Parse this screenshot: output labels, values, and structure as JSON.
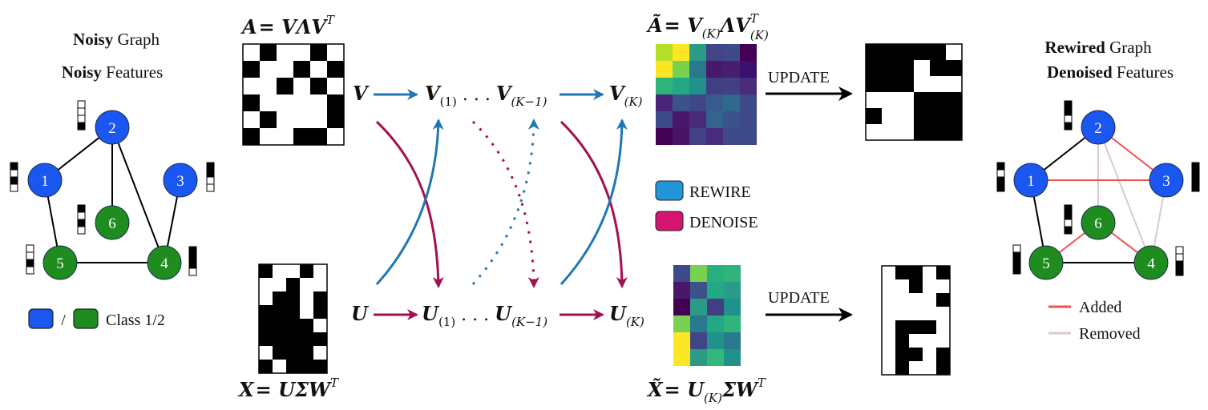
{
  "left_panel": {
    "title_line1_bold": "Noisy",
    "title_line1_rest": " Graph",
    "title_line2_bold": "Noisy",
    "title_line2_rest": " Features",
    "legend_separator": "/",
    "legend_label": "Class 1/2",
    "nodes": [
      "1",
      "2",
      "3",
      "4",
      "5",
      "6"
    ]
  },
  "right_panel": {
    "title_line1_bold": "Rewired",
    "title_line1_rest": " Graph",
    "title_line2_bold": "Denoised",
    "title_line2_rest": " Features",
    "legend_added": "Added",
    "legend_removed": "Removed",
    "nodes": [
      "1",
      "2",
      "3",
      "4",
      "5",
      "6"
    ]
  },
  "equations": {
    "a_decomp_lhs": "A",
    "a_decomp_rhs": "= VΛV",
    "a_decomp_sup": "T",
    "x_decomp_lhs": "X",
    "x_decomp_rhs": "= UΣW",
    "x_decomp_sup": "T",
    "a_tilde_lhs": "Ã",
    "a_tilde_rhs": "= V",
    "a_tilde_sub": "(K)",
    "a_tilde_mid": "ΛV",
    "a_tilde_sup": "T",
    "a_tilde_sub2": "(K)",
    "x_tilde_lhs": "X̃",
    "x_tilde_rhs": "= U",
    "x_tilde_sub": "(K)",
    "x_tilde_tail": "ΣW",
    "x_tilde_sup": "T"
  },
  "flow": {
    "v": "V",
    "v1": "V",
    "v1_sub": "(1)",
    "dots_top": " . . . ",
    "vk1": "V",
    "vk1_sub": "(K−1)",
    "vk": "V",
    "vk_sub": "(K)",
    "u": "U",
    "u1": "U",
    "u1_sub": "(1)",
    "dots_bottom": " . . . ",
    "uk1": "U",
    "uk1_sub": "(K−1)",
    "uk": "U",
    "uk_sub": "(K)"
  },
  "legend_mid": {
    "rewire_label": "REWIRE",
    "denoise_label": "DENOISE",
    "rewire_color": "#2196d9",
    "denoise_color": "#d4146e"
  },
  "update_top": "UPDATE",
  "update_bottom": "UPDATE",
  "colors": {
    "class1": "#1a56f0",
    "class2": "#1e8c1e",
    "blue_arrow": "#1f77b4",
    "red_arrow": "#a3104f",
    "added_edge": "#f05050",
    "removed_edge": "#dcc8d2"
  },
  "matrices": {
    "a": [
      [
        0,
        1,
        0,
        0,
        1,
        0
      ],
      [
        1,
        0,
        0,
        1,
        0,
        1
      ],
      [
        0,
        0,
        1,
        0,
        1,
        0
      ],
      [
        1,
        0,
        0,
        0,
        0,
        1
      ],
      [
        0,
        1,
        0,
        0,
        0,
        1
      ],
      [
        1,
        0,
        0,
        1,
        1,
        0
      ]
    ],
    "x": [
      [
        1,
        0,
        0,
        1,
        0
      ],
      [
        0,
        0,
        1,
        0,
        0
      ],
      [
        0,
        1,
        1,
        0,
        1
      ],
      [
        1,
        1,
        1,
        0,
        1
      ],
      [
        1,
        1,
        1,
        1,
        0
      ],
      [
        1,
        1,
        1,
        1,
        1
      ],
      [
        0,
        1,
        1,
        1,
        0
      ],
      [
        1,
        0,
        1,
        1,
        1
      ]
    ],
    "a_updated": [
      [
        1,
        1,
        1,
        1,
        1,
        0
      ],
      [
        1,
        1,
        1,
        0,
        1,
        1
      ],
      [
        1,
        1,
        1,
        0,
        0,
        0
      ],
      [
        0,
        0,
        0,
        1,
        1,
        1
      ],
      [
        1,
        0,
        0,
        1,
        1,
        1
      ],
      [
        0,
        0,
        0,
        1,
        1,
        1
      ]
    ],
    "x_updated": [
      [
        0,
        1,
        1,
        0,
        1
      ],
      [
        0,
        0,
        1,
        0,
        0
      ],
      [
        0,
        0,
        0,
        0,
        1
      ],
      [
        0,
        0,
        0,
        0,
        0
      ],
      [
        0,
        1,
        1,
        1,
        0
      ],
      [
        0,
        1,
        0,
        0,
        0
      ],
      [
        0,
        1,
        1,
        0,
        1
      ],
      [
        0,
        1,
        0,
        0,
        1
      ]
    ]
  },
  "heatmaps": {
    "a_tilde": [
      [
        "#b5de2b",
        "#fde725",
        "#2a9b87",
        "#414487",
        "#3e4a89",
        "#440154"
      ],
      [
        "#fde725",
        "#7ad151",
        "#2a788e",
        "#48196b",
        "#481f70",
        "#3b0f70"
      ],
      [
        "#2fb47c",
        "#22a884",
        "#21918c",
        "#433d84",
        "#433f85",
        "#472d7b"
      ],
      [
        "#482576",
        "#3b528b",
        "#404688",
        "#365c8d",
        "#31688e",
        "#3e4989"
      ],
      [
        "#3e4a89",
        "#48186a",
        "#472a7a",
        "#32648e",
        "#3b528b",
        "#3e4989"
      ],
      [
        "#440154",
        "#471365",
        "#424086",
        "#472d7b",
        "#3e4989",
        "#3e4989"
      ]
    ],
    "x_tilde": [
      [
        "#3e4a89",
        "#7ad151",
        "#29af7f",
        "#2fb47c"
      ],
      [
        "#48186a",
        "#3b528b",
        "#22a884",
        "#2a9b87"
      ],
      [
        "#440154",
        "#2a9b87",
        "#433d84",
        "#21918c"
      ],
      [
        "#7ad151",
        "#2a788e",
        "#22a884",
        "#2fb47c"
      ],
      [
        "#fde725",
        "#414487",
        "#21918c",
        "#2a788e"
      ],
      [
        "#fde725",
        "#2a9b87",
        "#35b779",
        "#21918c"
      ]
    ]
  }
}
